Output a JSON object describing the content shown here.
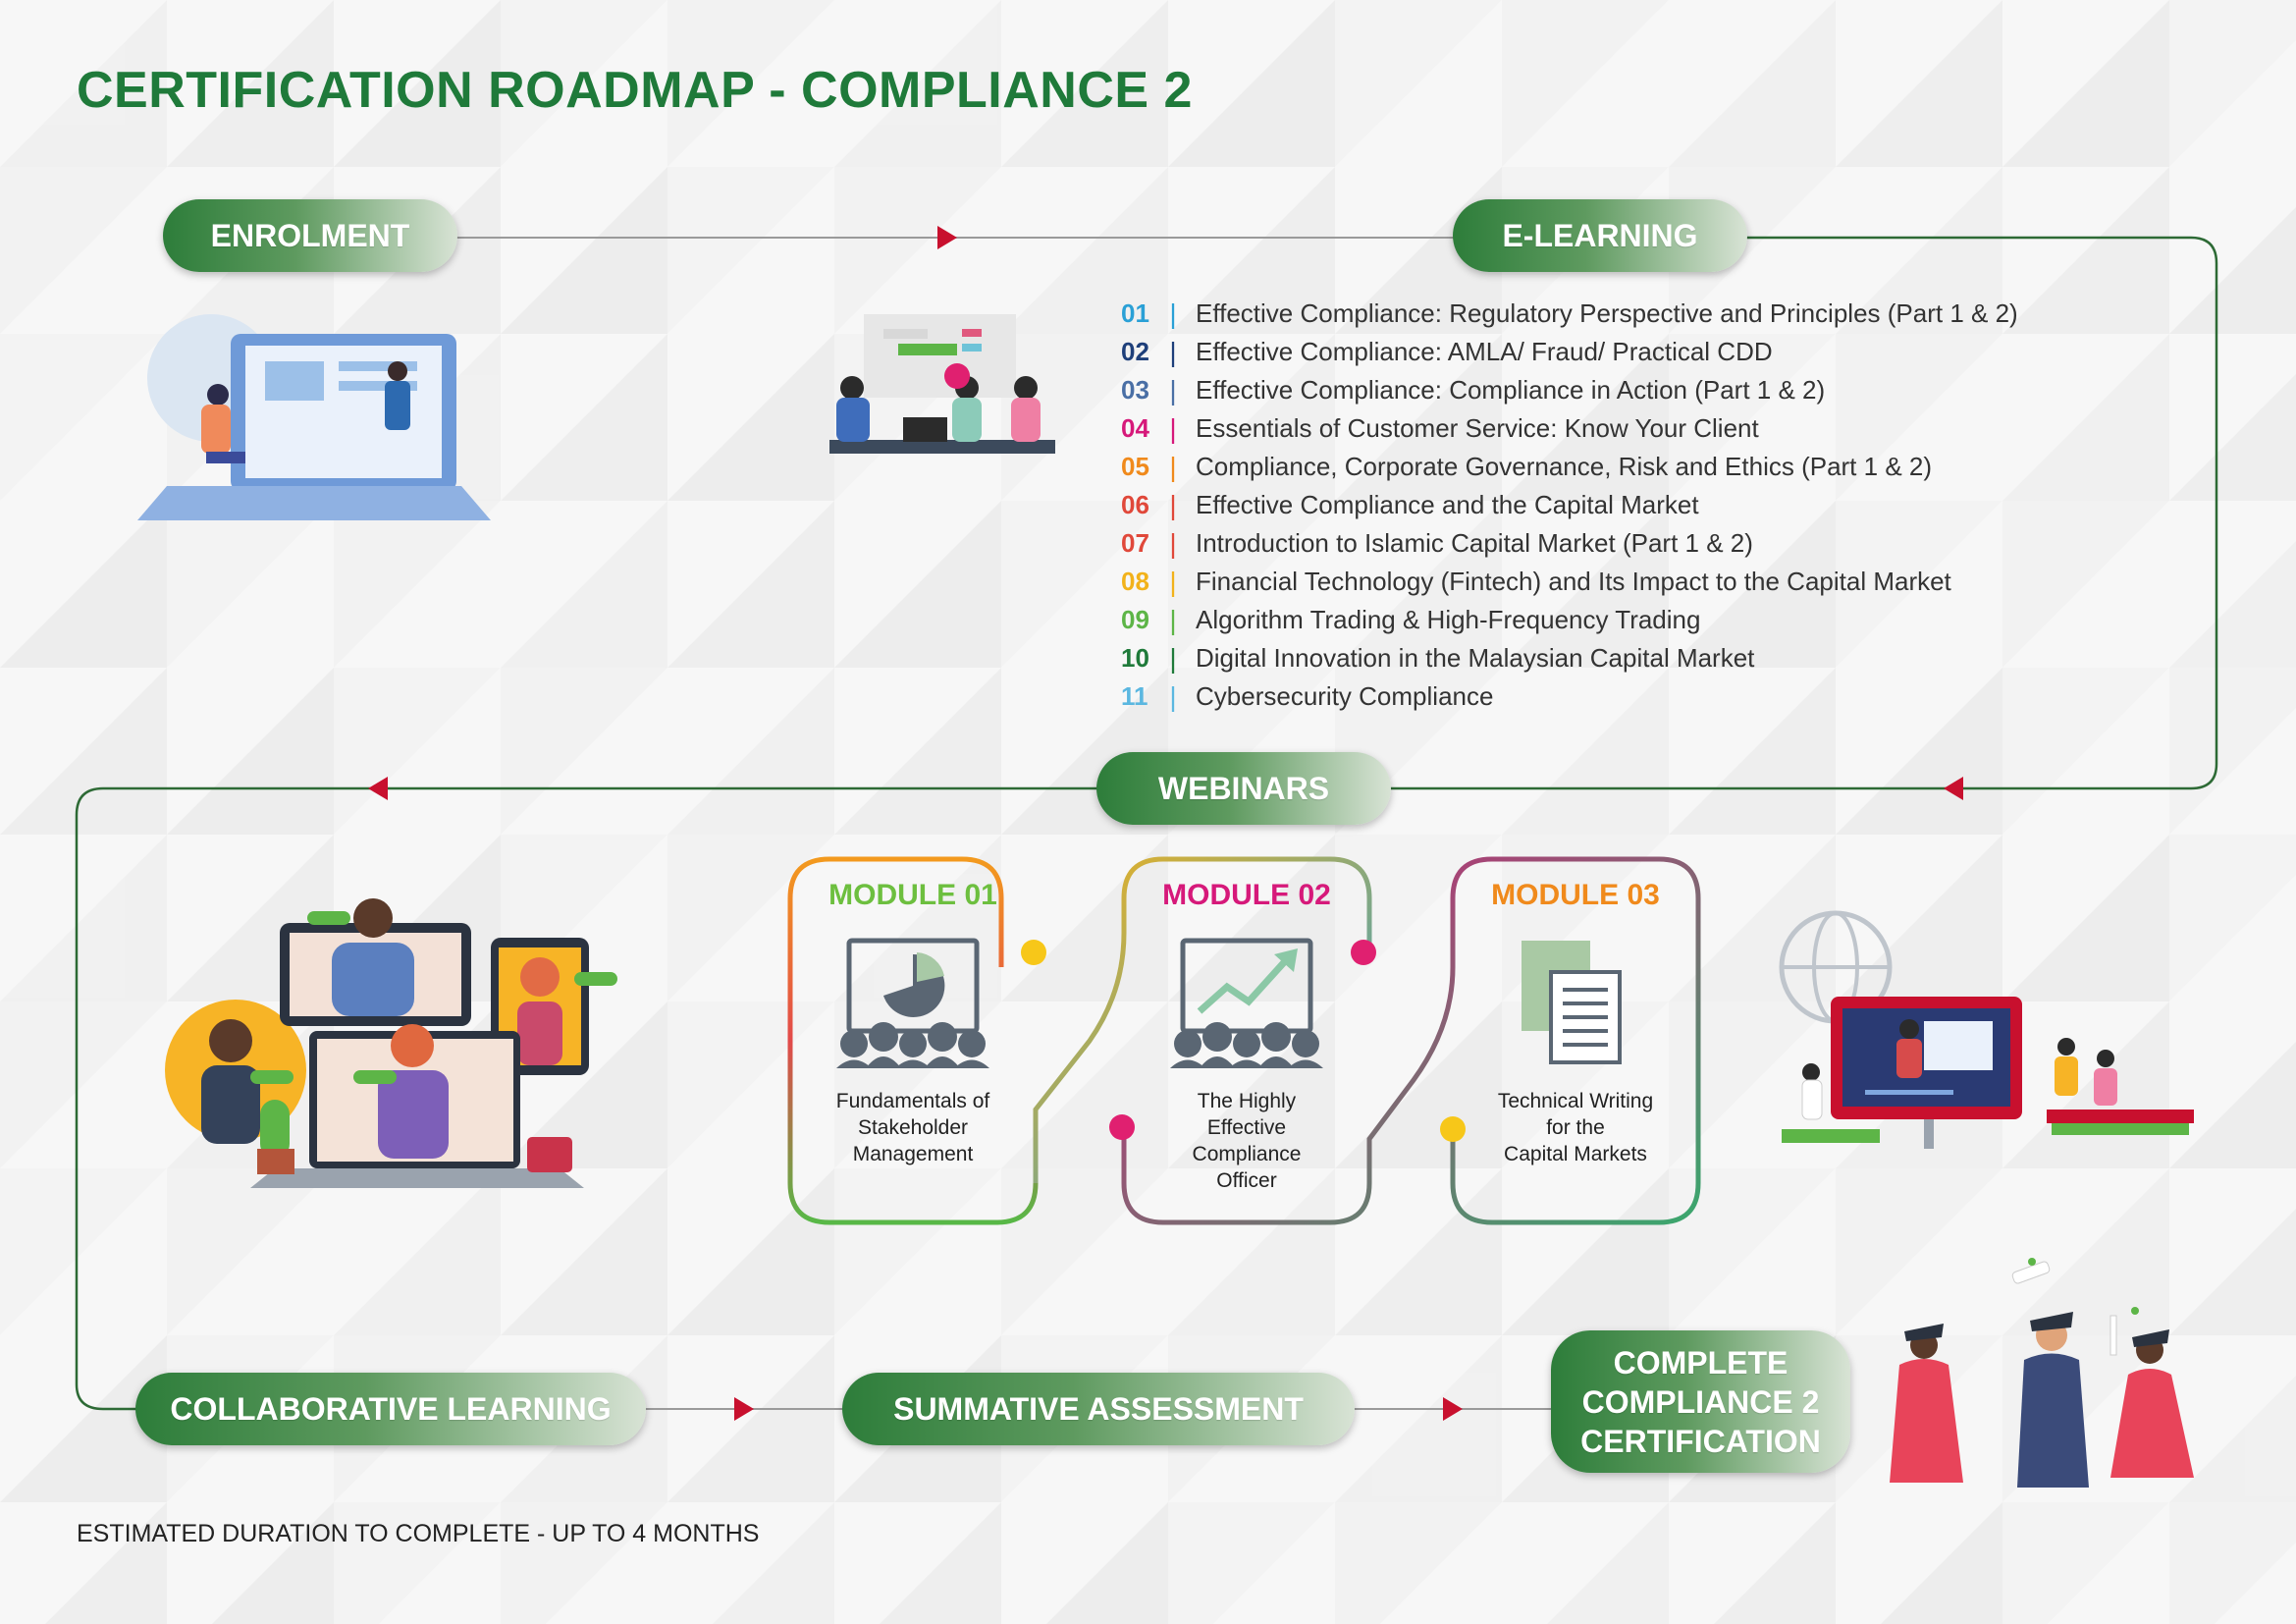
{
  "title": "CERTIFICATION ROADMAP - COMPLIANCE 2",
  "stages": {
    "enrolment": "ENROLMENT",
    "elearning": "E-LEARNING",
    "webinars": "WEBINARS",
    "collaborative": "COLLABORATIVE LEARNING",
    "summative": "SUMMATIVE ASSESSMENT",
    "complete": [
      "COMPLETE",
      "COMPLIANCE 2",
      "CERTIFICATION"
    ]
  },
  "elearning_courses": [
    {
      "num": "01",
      "color": "#2aa0d6",
      "text": "Effective Compliance: Regulatory Perspective and Principles (Part 1 & 2)"
    },
    {
      "num": "02",
      "color": "#1e3f7a",
      "text": "Effective Compliance: AMLA/ Fraud/ Practical CDD"
    },
    {
      "num": "03",
      "color": "#4a6fa5",
      "text": "Effective Compliance: Compliance in Action (Part 1 & 2)"
    },
    {
      "num": "04",
      "color": "#d6197a",
      "text": "Essentials of Customer Service: Know Your Client"
    },
    {
      "num": "05",
      "color": "#f08a1c",
      "text": "Compliance, Corporate Governance, Risk and Ethics (Part 1 & 2)"
    },
    {
      "num": "06",
      "color": "#e0483a",
      "text": "Effective Compliance and the Capital Market"
    },
    {
      "num": "07",
      "color": "#e0483a",
      "text": "Introduction to Islamic Capital Market (Part 1 & 2)"
    },
    {
      "num": "08",
      "color": "#f2b21b",
      "text": "Financial Technology (Fintech) and Its Impact to the Capital Market"
    },
    {
      "num": "09",
      "color": "#5db547",
      "text": "Algorithm Trading & High-Frequency Trading"
    },
    {
      "num": "10",
      "color": "#1f7a3a",
      "text": "Digital Innovation in the Malaysian Capital Market"
    },
    {
      "num": "11",
      "color": "#5bb7e0",
      "text": "Cybersecurity Compliance"
    }
  ],
  "modules": [
    {
      "label": "MODULE 01",
      "color": "#6dbf3f",
      "desc": [
        "Fundamentals of",
        "Stakeholder",
        "Management"
      ]
    },
    {
      "label": "MODULE 02",
      "color": "#d6197a",
      "desc": [
        "The Highly",
        "Effective",
        "Compliance",
        "Officer"
      ]
    },
    {
      "label": "MODULE 03",
      "color": "#f08a1c",
      "desc": [
        "Technical Writing",
        "for the",
        "Capital Markets"
      ]
    }
  ],
  "footer": "ESTIMATED DURATION TO COMPLETE - UP TO 4 MONTHS",
  "colors": {
    "brand_green": "#1f7a3a",
    "arrow_red": "#c8102e",
    "line_green": "#2d6a35"
  }
}
